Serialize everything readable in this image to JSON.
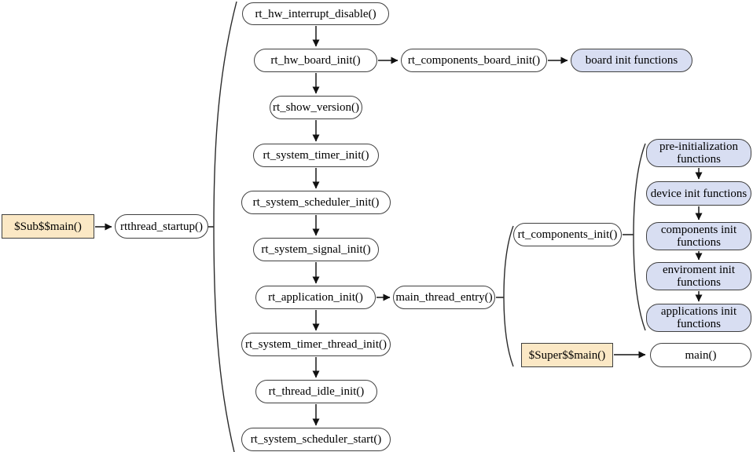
{
  "palette": {
    "node_border": "#404040",
    "node_fill": "#ffffff",
    "highlight_fill": "#fbe8c5",
    "blue_fill": "#d8def2",
    "edge_color": "#333333",
    "arrowhead_color": "#111111"
  },
  "nodes": {
    "sub_main": "$Sub$$main()",
    "rtthread_startup": "rtthread_startup()",
    "hw_interrupt_disable": "rt_hw_interrupt_disable()",
    "hw_board_init": "rt_hw_board_init()",
    "components_board_init": "rt_components_board_init()",
    "board_init_functions": "board init functions",
    "show_version": "rt_show_version()",
    "system_timer_init": "rt_system_timer_init()",
    "system_scheduler_init": "rt_system_scheduler_init()",
    "system_signal_init": "rt_system_signal_init()",
    "application_init": "rt_application_init()",
    "main_thread_entry": "main_thread_entry()",
    "components_init": "rt_components_init()",
    "pre_init_functions": "pre-initialization functions",
    "device_init_functions": "device init functions",
    "components_init_functions": "components init functions",
    "environment_init_functions": "enviroment init functions",
    "applications_init_functions": "applications init functions",
    "system_timer_thread_init": "rt_system_timer_thread_init()",
    "thread_idle_init": "rt_thread_idle_init()",
    "system_scheduler_start": "rt_system_scheduler_start()",
    "super_main": "$Super$$main()",
    "main": "main()"
  }
}
